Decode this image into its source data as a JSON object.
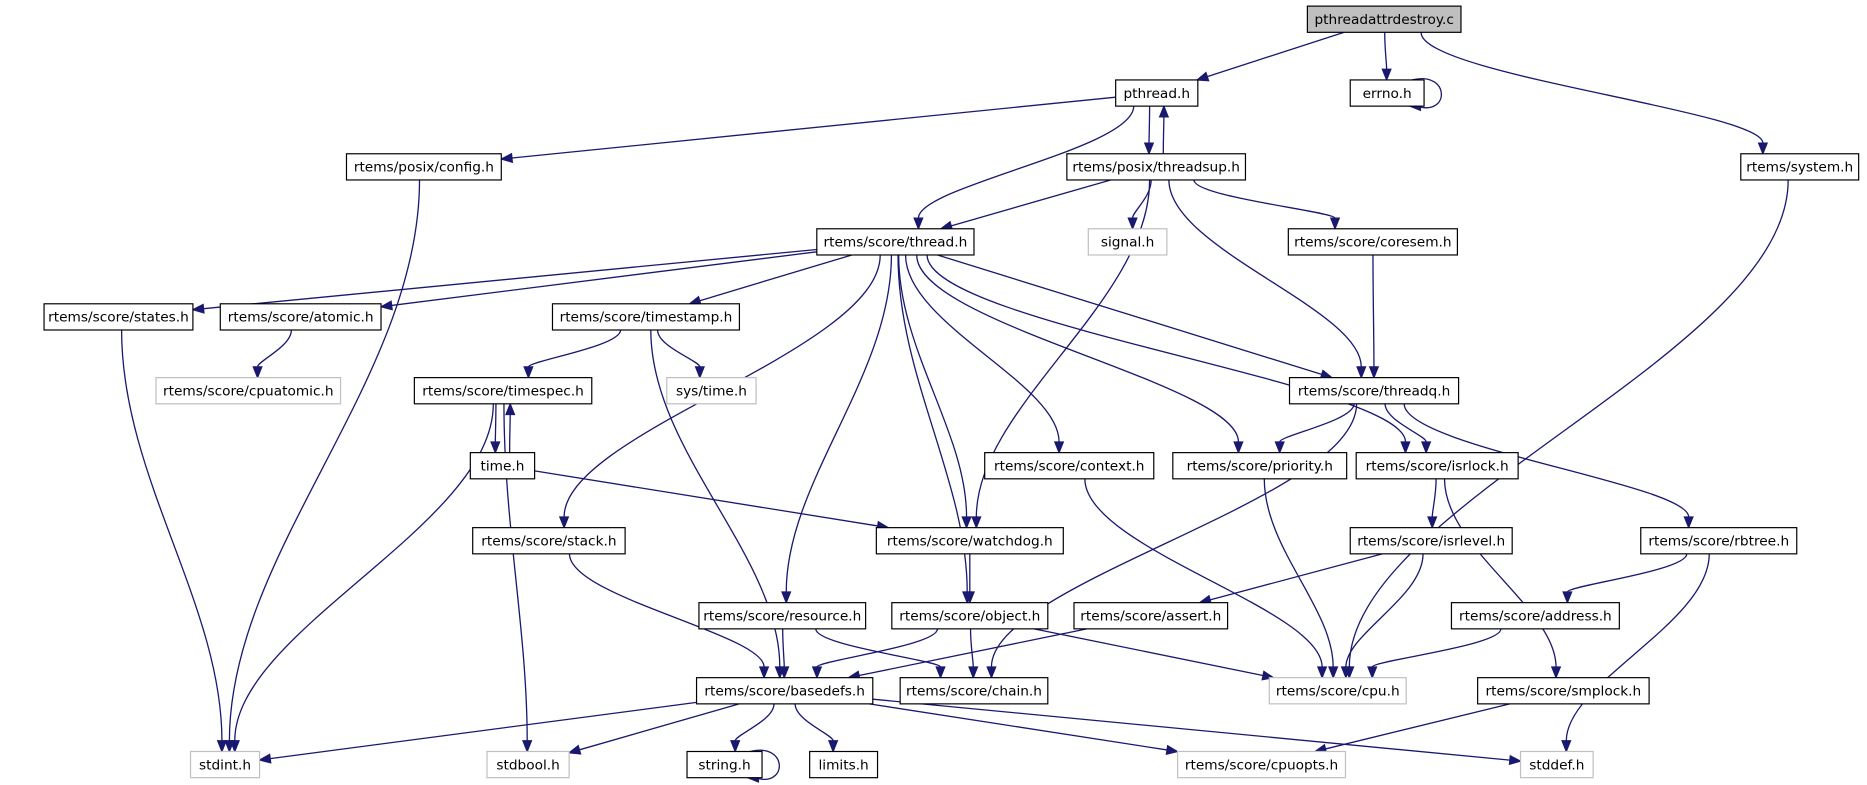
{
  "title": "pthreadattrdestroy.c include dependency graph",
  "colors": {
    "edge": "#191970",
    "node_border": "#000000",
    "missing_border": "#bfbfbf",
    "root_fill": "#bfbfbf",
    "node_fill": "#ffffff"
  },
  "nodes": [
    {
      "id": "root",
      "label": "pthreadattrdestroy.c",
      "kind": "root"
    },
    {
      "id": "pthread",
      "label": "pthread.h",
      "kind": "normal"
    },
    {
      "id": "errno",
      "label": "errno.h",
      "kind": "normal"
    },
    {
      "id": "system",
      "label": "rtems/system.h",
      "kind": "normal"
    },
    {
      "id": "config",
      "label": "rtems/posix/config.h",
      "kind": "normal"
    },
    {
      "id": "threadsup",
      "label": "rtems/posix/threadsup.h",
      "kind": "normal"
    },
    {
      "id": "thread",
      "label": "rtems/score/thread.h",
      "kind": "normal"
    },
    {
      "id": "signal",
      "label": "signal.h",
      "kind": "missing"
    },
    {
      "id": "coresem",
      "label": "rtems/score/coresem.h",
      "kind": "normal"
    },
    {
      "id": "states",
      "label": "rtems/score/states.h",
      "kind": "normal"
    },
    {
      "id": "atomic",
      "label": "rtems/score/atomic.h",
      "kind": "normal"
    },
    {
      "id": "timestamp",
      "label": "rtems/score/timestamp.h",
      "kind": "normal"
    },
    {
      "id": "cpuatomic",
      "label": "rtems/score/cpuatomic.h",
      "kind": "missing"
    },
    {
      "id": "timespec",
      "label": "rtems/score/timespec.h",
      "kind": "normal"
    },
    {
      "id": "systime",
      "label": "sys/time.h",
      "kind": "missing"
    },
    {
      "id": "threadq",
      "label": "rtems/score/threadq.h",
      "kind": "normal"
    },
    {
      "id": "time",
      "label": "time.h",
      "kind": "normal"
    },
    {
      "id": "context",
      "label": "rtems/score/context.h",
      "kind": "normal"
    },
    {
      "id": "priority",
      "label": "rtems/score/priority.h",
      "kind": "normal"
    },
    {
      "id": "isrlock",
      "label": "rtems/score/isrlock.h",
      "kind": "normal"
    },
    {
      "id": "stack",
      "label": "rtems/score/stack.h",
      "kind": "normal"
    },
    {
      "id": "watchdog",
      "label": "rtems/score/watchdog.h",
      "kind": "normal"
    },
    {
      "id": "isrlevel",
      "label": "rtems/score/isrlevel.h",
      "kind": "normal"
    },
    {
      "id": "rbtree",
      "label": "rtems/score/rbtree.h",
      "kind": "normal"
    },
    {
      "id": "resource",
      "label": "rtems/score/resource.h",
      "kind": "normal"
    },
    {
      "id": "object",
      "label": "rtems/score/object.h",
      "kind": "normal"
    },
    {
      "id": "assert",
      "label": "rtems/score/assert.h",
      "kind": "normal"
    },
    {
      "id": "address",
      "label": "rtems/score/address.h",
      "kind": "normal"
    },
    {
      "id": "basedefs",
      "label": "rtems/score/basedefs.h",
      "kind": "normal"
    },
    {
      "id": "chain",
      "label": "rtems/score/chain.h",
      "kind": "normal"
    },
    {
      "id": "cpu",
      "label": "rtems/score/cpu.h",
      "kind": "missing"
    },
    {
      "id": "smplock",
      "label": "rtems/score/smplock.h",
      "kind": "normal"
    },
    {
      "id": "stdint",
      "label": "stdint.h",
      "kind": "missing"
    },
    {
      "id": "stdbool",
      "label": "stdbool.h",
      "kind": "missing"
    },
    {
      "id": "string",
      "label": "string.h",
      "kind": "normal"
    },
    {
      "id": "limits",
      "label": "limits.h",
      "kind": "normal"
    },
    {
      "id": "cpuopts",
      "label": "rtems/score/cpuopts.h",
      "kind": "missing"
    },
    {
      "id": "stddef",
      "label": "stddef.h",
      "kind": "missing"
    }
  ],
  "edges": [
    [
      "root",
      "pthread"
    ],
    [
      "root",
      "errno"
    ],
    [
      "root",
      "system"
    ],
    [
      "errno",
      "errno"
    ],
    [
      "pthread",
      "config"
    ],
    [
      "pthread",
      "threadsup"
    ],
    [
      "pthread",
      "thread"
    ],
    [
      "threadsup",
      "pthread"
    ],
    [
      "threadsup",
      "thread"
    ],
    [
      "threadsup",
      "signal"
    ],
    [
      "threadsup",
      "coresem"
    ],
    [
      "threadsup",
      "threadq"
    ],
    [
      "threadsup",
      "watchdog"
    ],
    [
      "config",
      "stdint"
    ],
    [
      "system",
      "cpu"
    ],
    [
      "thread",
      "states"
    ],
    [
      "thread",
      "atomic"
    ],
    [
      "thread",
      "timestamp"
    ],
    [
      "thread",
      "stack"
    ],
    [
      "thread",
      "resource"
    ],
    [
      "thread",
      "object"
    ],
    [
      "thread",
      "watchdog"
    ],
    [
      "thread",
      "context"
    ],
    [
      "thread",
      "priority"
    ],
    [
      "thread",
      "isrlock"
    ],
    [
      "thread",
      "threadq"
    ],
    [
      "coresem",
      "threadq"
    ],
    [
      "states",
      "stdint"
    ],
    [
      "atomic",
      "cpuatomic"
    ],
    [
      "timestamp",
      "timespec"
    ],
    [
      "timestamp",
      "systime"
    ],
    [
      "timestamp",
      "basedefs"
    ],
    [
      "timespec",
      "time"
    ],
    [
      "timespec",
      "stdint"
    ],
    [
      "timespec",
      "stdbool"
    ],
    [
      "time",
      "timespec"
    ],
    [
      "time",
      "watchdog"
    ],
    [
      "threadq",
      "priority"
    ],
    [
      "threadq",
      "isrlock"
    ],
    [
      "threadq",
      "rbtree"
    ],
    [
      "threadq",
      "chain"
    ],
    [
      "context",
      "cpu"
    ],
    [
      "priority",
      "cpu"
    ],
    [
      "isrlock",
      "isrlevel"
    ],
    [
      "isrlock",
      "smplock"
    ],
    [
      "stack",
      "basedefs"
    ],
    [
      "watchdog",
      "object"
    ],
    [
      "isrlevel",
      "assert"
    ],
    [
      "isrlevel",
      "cpu"
    ],
    [
      "rbtree",
      "address"
    ],
    [
      "rbtree",
      "stddef"
    ],
    [
      "resource",
      "basedefs"
    ],
    [
      "resource",
      "chain"
    ],
    [
      "object",
      "basedefs"
    ],
    [
      "object",
      "chain"
    ],
    [
      "object",
      "cpu"
    ],
    [
      "assert",
      "basedefs"
    ],
    [
      "address",
      "cpu"
    ],
    [
      "smplock",
      "cpuopts"
    ],
    [
      "basedefs",
      "stdint"
    ],
    [
      "basedefs",
      "stdbool"
    ],
    [
      "basedefs",
      "string"
    ],
    [
      "basedefs",
      "limits"
    ],
    [
      "basedefs",
      "cpuopts"
    ],
    [
      "basedefs",
      "stddef"
    ],
    [
      "string",
      "string"
    ]
  ]
}
